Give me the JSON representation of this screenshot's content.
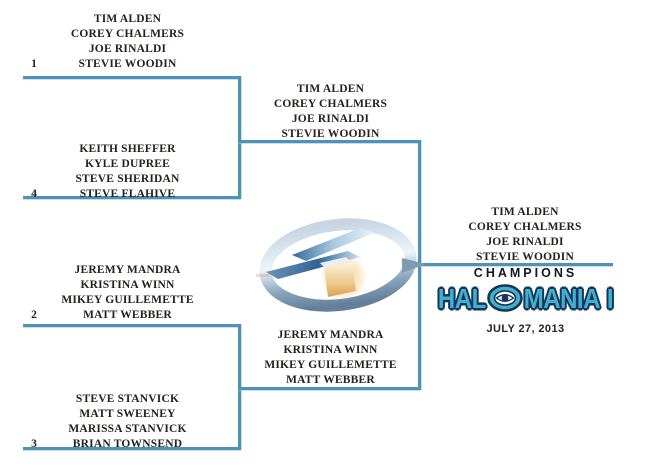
{
  "colors": {
    "bracket_line": "#4e93b4",
    "name_text": "#26211e",
    "logo_teal": "#41b1cb",
    "logo_navy": "#16355e"
  },
  "bracket": {
    "round1": [
      {
        "seed": "1",
        "team": [
          "TIM ALDEN",
          "COREY CHALMERS",
          "JOE RINALDI",
          "STEVIE WOODIN"
        ]
      },
      {
        "seed": "4",
        "team": [
          "KEITH SHEFFER",
          "KYLE DUPREE",
          "STEVE SHERIDAN",
          "STEVE FLAHIVE"
        ]
      },
      {
        "seed": "2",
        "team": [
          "JEREMY MANDRA",
          "KRISTINA WINN",
          "MIKEY GUILLEMETTE",
          "MATT WEBBER"
        ]
      },
      {
        "seed": "3",
        "team": [
          "STEVE STANVICK",
          "MATT SWEENEY",
          "MARISSA STANVICK",
          "BRIAN TOWNSEND"
        ]
      }
    ],
    "finalists": [
      {
        "team": [
          "TIM ALDEN",
          "COREY CHALMERS",
          "JOE RINALDI",
          "STEVIE WOODIN"
        ]
      },
      {
        "team": [
          "JEREMY MANDRA",
          "KRISTINA WINN",
          "MIKEY GUILLEMETTE",
          "MATT WEBBER"
        ]
      }
    ],
    "champion": {
      "team": [
        "TIM ALDEN",
        "COREY CHALMERS",
        "JOE RINALDI",
        "STEVIE WOODIN"
      ]
    }
  },
  "champion_panel": {
    "champions_label": "CHAMPIONS",
    "event_logo": {
      "full_text": "HALOMANIA I",
      "part1": "HAL",
      "part2": "MANIA",
      "numeral": "I"
    },
    "date": "JULY 27, 2013"
  },
  "center_logo": {
    "icon": "halo-4-logo"
  }
}
